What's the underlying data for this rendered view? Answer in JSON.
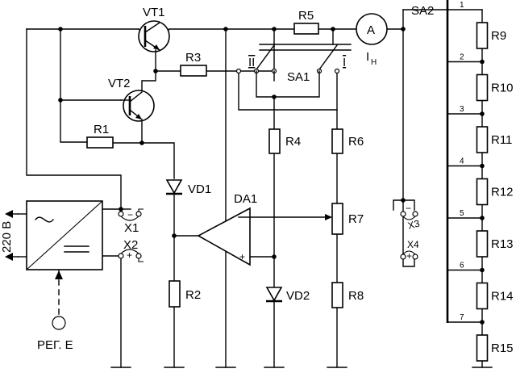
{
  "labels": {
    "vt1": "VT1",
    "vt2": "VT2",
    "r1": "R1",
    "r2": "R2",
    "r3": "R3",
    "r4": "R4",
    "r5": "R5",
    "r6": "R6",
    "r7": "R7",
    "r8": "R8",
    "vd1": "VD1",
    "vd2": "VD2",
    "da1": "DA1",
    "sa1": "SA1",
    "sa1_pos_left": "II",
    "sa1_pos_right": "I",
    "ammeter": "A",
    "current": "I",
    "current_sub": "Н",
    "x1": "X1",
    "x2": "X2",
    "x3": "X3",
    "x4": "X4",
    "mains": "220 В",
    "reg": "РЕГ. Е",
    "sa2": "SA2",
    "opamp_minus": "−",
    "opamp_plus": "+",
    "minus": "−",
    "plus": "+"
  },
  "sa2_resistors": [
    "R9",
    "R10",
    "R11",
    "R12",
    "R13",
    "R14",
    "R15"
  ],
  "sa2_taps": [
    "1",
    "2",
    "3",
    "4",
    "5",
    "6",
    "7"
  ]
}
